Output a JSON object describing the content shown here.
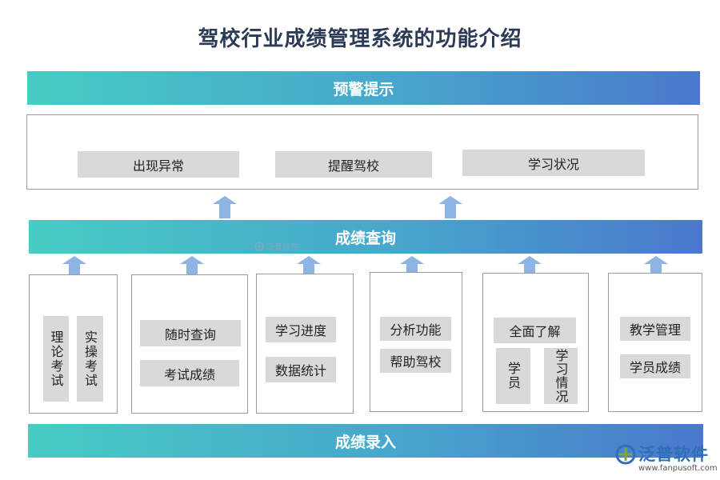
{
  "title": "驾校行业成绩管理系统的功能介绍",
  "bands": {
    "top": "预警提示",
    "middle": "成绩查询",
    "bottom": "成绩录入"
  },
  "warning_items": [
    "出现异常",
    "提醒驾校",
    "学习状况"
  ],
  "groups": [
    {
      "vertical": [
        "理论考试",
        "实操考试"
      ]
    },
    {
      "items": [
        "随时查询",
        "考试成绩"
      ]
    },
    {
      "items": [
        "学习进度",
        "数据统计"
      ]
    },
    {
      "items": [
        "分析功能",
        "帮助驾校"
      ]
    },
    {
      "top": "全面了解",
      "vertical": [
        "学员",
        "学习情况"
      ]
    },
    {
      "items": [
        "教学管理",
        "学员成绩"
      ]
    }
  ],
  "watermark_center": "泛普软件",
  "logo": {
    "name": "泛普软件",
    "url": "www.fanpusoft.com"
  },
  "colors": {
    "band_start": "#47cbc4",
    "band_end": "#4a78cd",
    "arrow": "#8eb4e3",
    "chip": "#d9d9d9"
  }
}
